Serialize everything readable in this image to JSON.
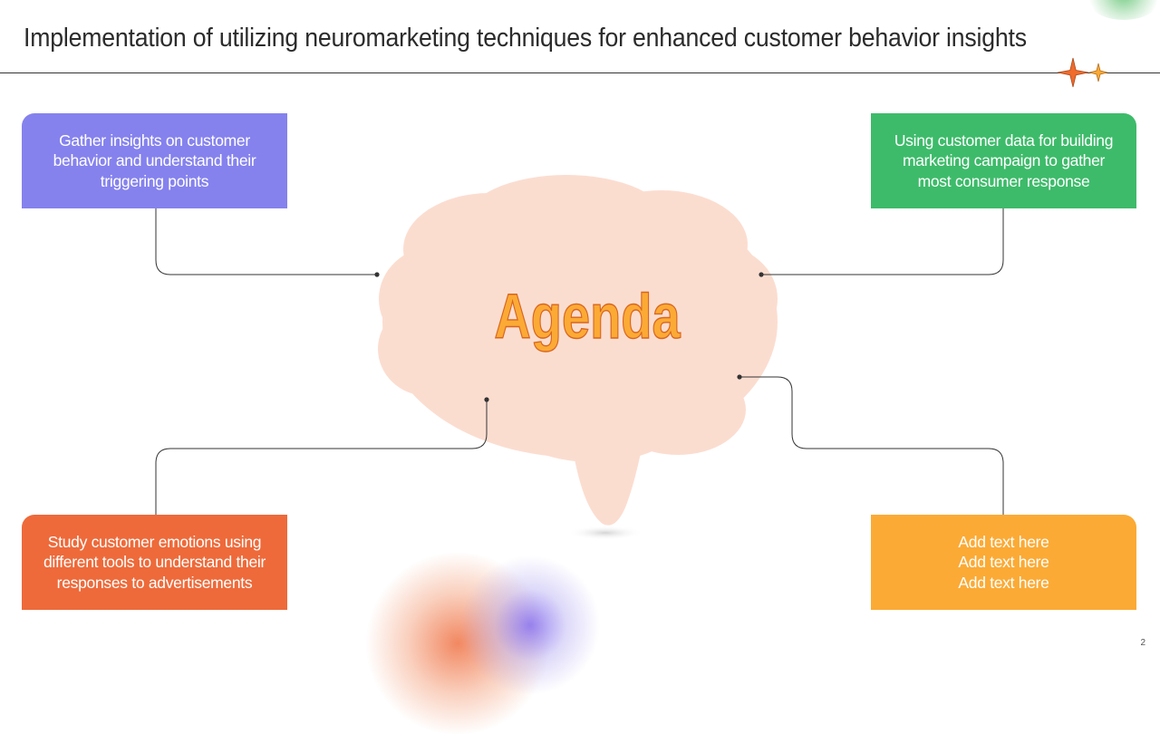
{
  "title": "Implementation of utilizing neuromarketing techniques for enhanced customer behavior insights",
  "center": {
    "label": "Agenda",
    "shape": "brain-icon"
  },
  "boxes": {
    "top_left": {
      "lines": [
        "Gather insights on customer",
        "behavior and understand their",
        "triggering points"
      ],
      "color": "#8582EE"
    },
    "top_right": {
      "lines": [
        "Using customer data for building",
        "marketing campaign to gather",
        "most consumer response"
      ],
      "color": "#3DBB6A"
    },
    "bottom_left": {
      "lines": [
        "Study customer emotions using",
        "different tools to understand their",
        "responses to advertisements"
      ],
      "color": "#EE6A3A"
    },
    "bottom_right": {
      "lines": [
        "Add text here",
        "Add text here",
        "Add text here"
      ],
      "color": "#FBAA35"
    }
  },
  "colors": {
    "brain_fill": "#FBDDD0",
    "agenda_fill": "#FBAA35",
    "agenda_stroke": "#D9651E",
    "connector": "#333333"
  },
  "page_number": "2"
}
